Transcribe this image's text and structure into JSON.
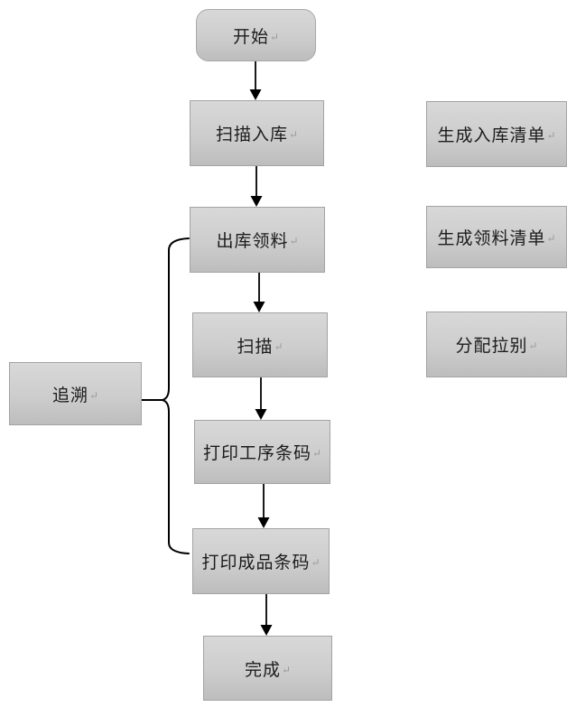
{
  "diagram": {
    "type": "flowchart",
    "return_mark": "↵",
    "colors": {
      "background": "#ffffff",
      "box_fill_top": "#d8d8d8",
      "box_fill_bottom": "#bdbdbd",
      "box_border": "#a3a3a3",
      "connector": "#000000",
      "text": "#1c1c1c",
      "paragraph_mark": "#9a9a9a"
    },
    "main_flow": [
      {
        "id": "start",
        "label": "开始",
        "shape": "rounded-rect"
      },
      {
        "id": "scan-inbound",
        "label": "扫描入库",
        "shape": "rect"
      },
      {
        "id": "outbound-picking",
        "label": "出库领料",
        "shape": "rect"
      },
      {
        "id": "scan",
        "label": "扫描",
        "shape": "rect"
      },
      {
        "id": "print-process-barcode",
        "label": "打印工序条码",
        "shape": "rect"
      },
      {
        "id": "print-product-barcode",
        "label": "打印成品条码",
        "shape": "rect"
      },
      {
        "id": "finish",
        "label": "完成",
        "shape": "rect"
      }
    ],
    "side_nodes": [
      {
        "id": "generate-inbound-list",
        "label": "生成入库清单",
        "aligned_with": "scan-inbound"
      },
      {
        "id": "generate-picking-list",
        "label": "生成领料清单",
        "aligned_with": "outbound-picking"
      },
      {
        "id": "assign-line",
        "label": "分配拉别",
        "aligned_with": "scan"
      }
    ],
    "trace_node": {
      "id": "trace",
      "label": "追溯"
    },
    "arrows": [
      {
        "from": "start",
        "to": "scan-inbound"
      },
      {
        "from": "scan-inbound",
        "to": "outbound-picking"
      },
      {
        "from": "outbound-picking",
        "to": "scan"
      },
      {
        "from": "scan",
        "to": "print-process-barcode"
      },
      {
        "from": "print-process-barcode",
        "to": "print-product-barcode"
      },
      {
        "from": "print-product-barcode",
        "to": "finish"
      }
    ],
    "brace": {
      "from": "trace",
      "spans_from": "outbound-picking",
      "spans_to": "print-product-barcode"
    }
  }
}
